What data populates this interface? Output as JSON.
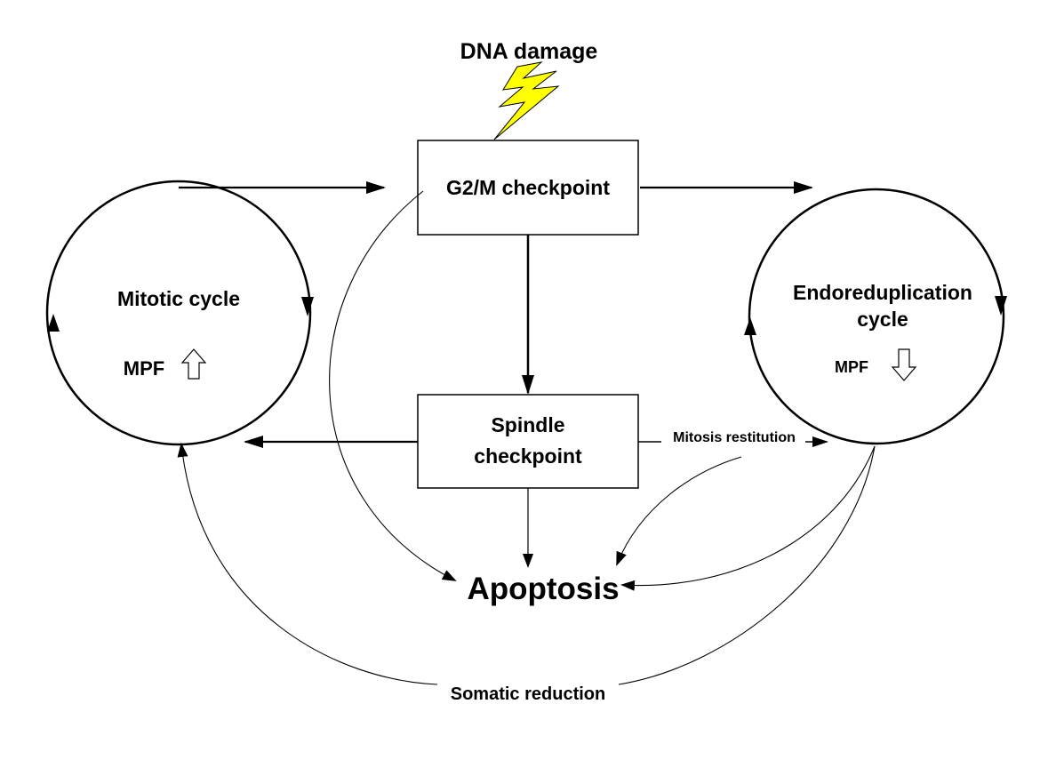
{
  "trigger": {
    "label": "DNA damage",
    "bolt_color": "#ffff00"
  },
  "nodes": {
    "g2m": {
      "label": "G2/M checkpoint"
    },
    "spindle": {
      "line1": "Spindle",
      "line2": "checkpoint"
    },
    "mitotic": {
      "label": "Mitotic cycle",
      "mpf_label": "MPF",
      "mpf_direction": "up"
    },
    "endo": {
      "line1": "Endoreduplication",
      "line2": "cycle",
      "mpf_label": "MPF",
      "mpf_direction": "down"
    },
    "apoptosis": {
      "label": "Apoptosis"
    }
  },
  "edge_labels": {
    "mitosis_restitution": "Mitosis restitution",
    "somatic_reduction": "Somatic reduction"
  }
}
